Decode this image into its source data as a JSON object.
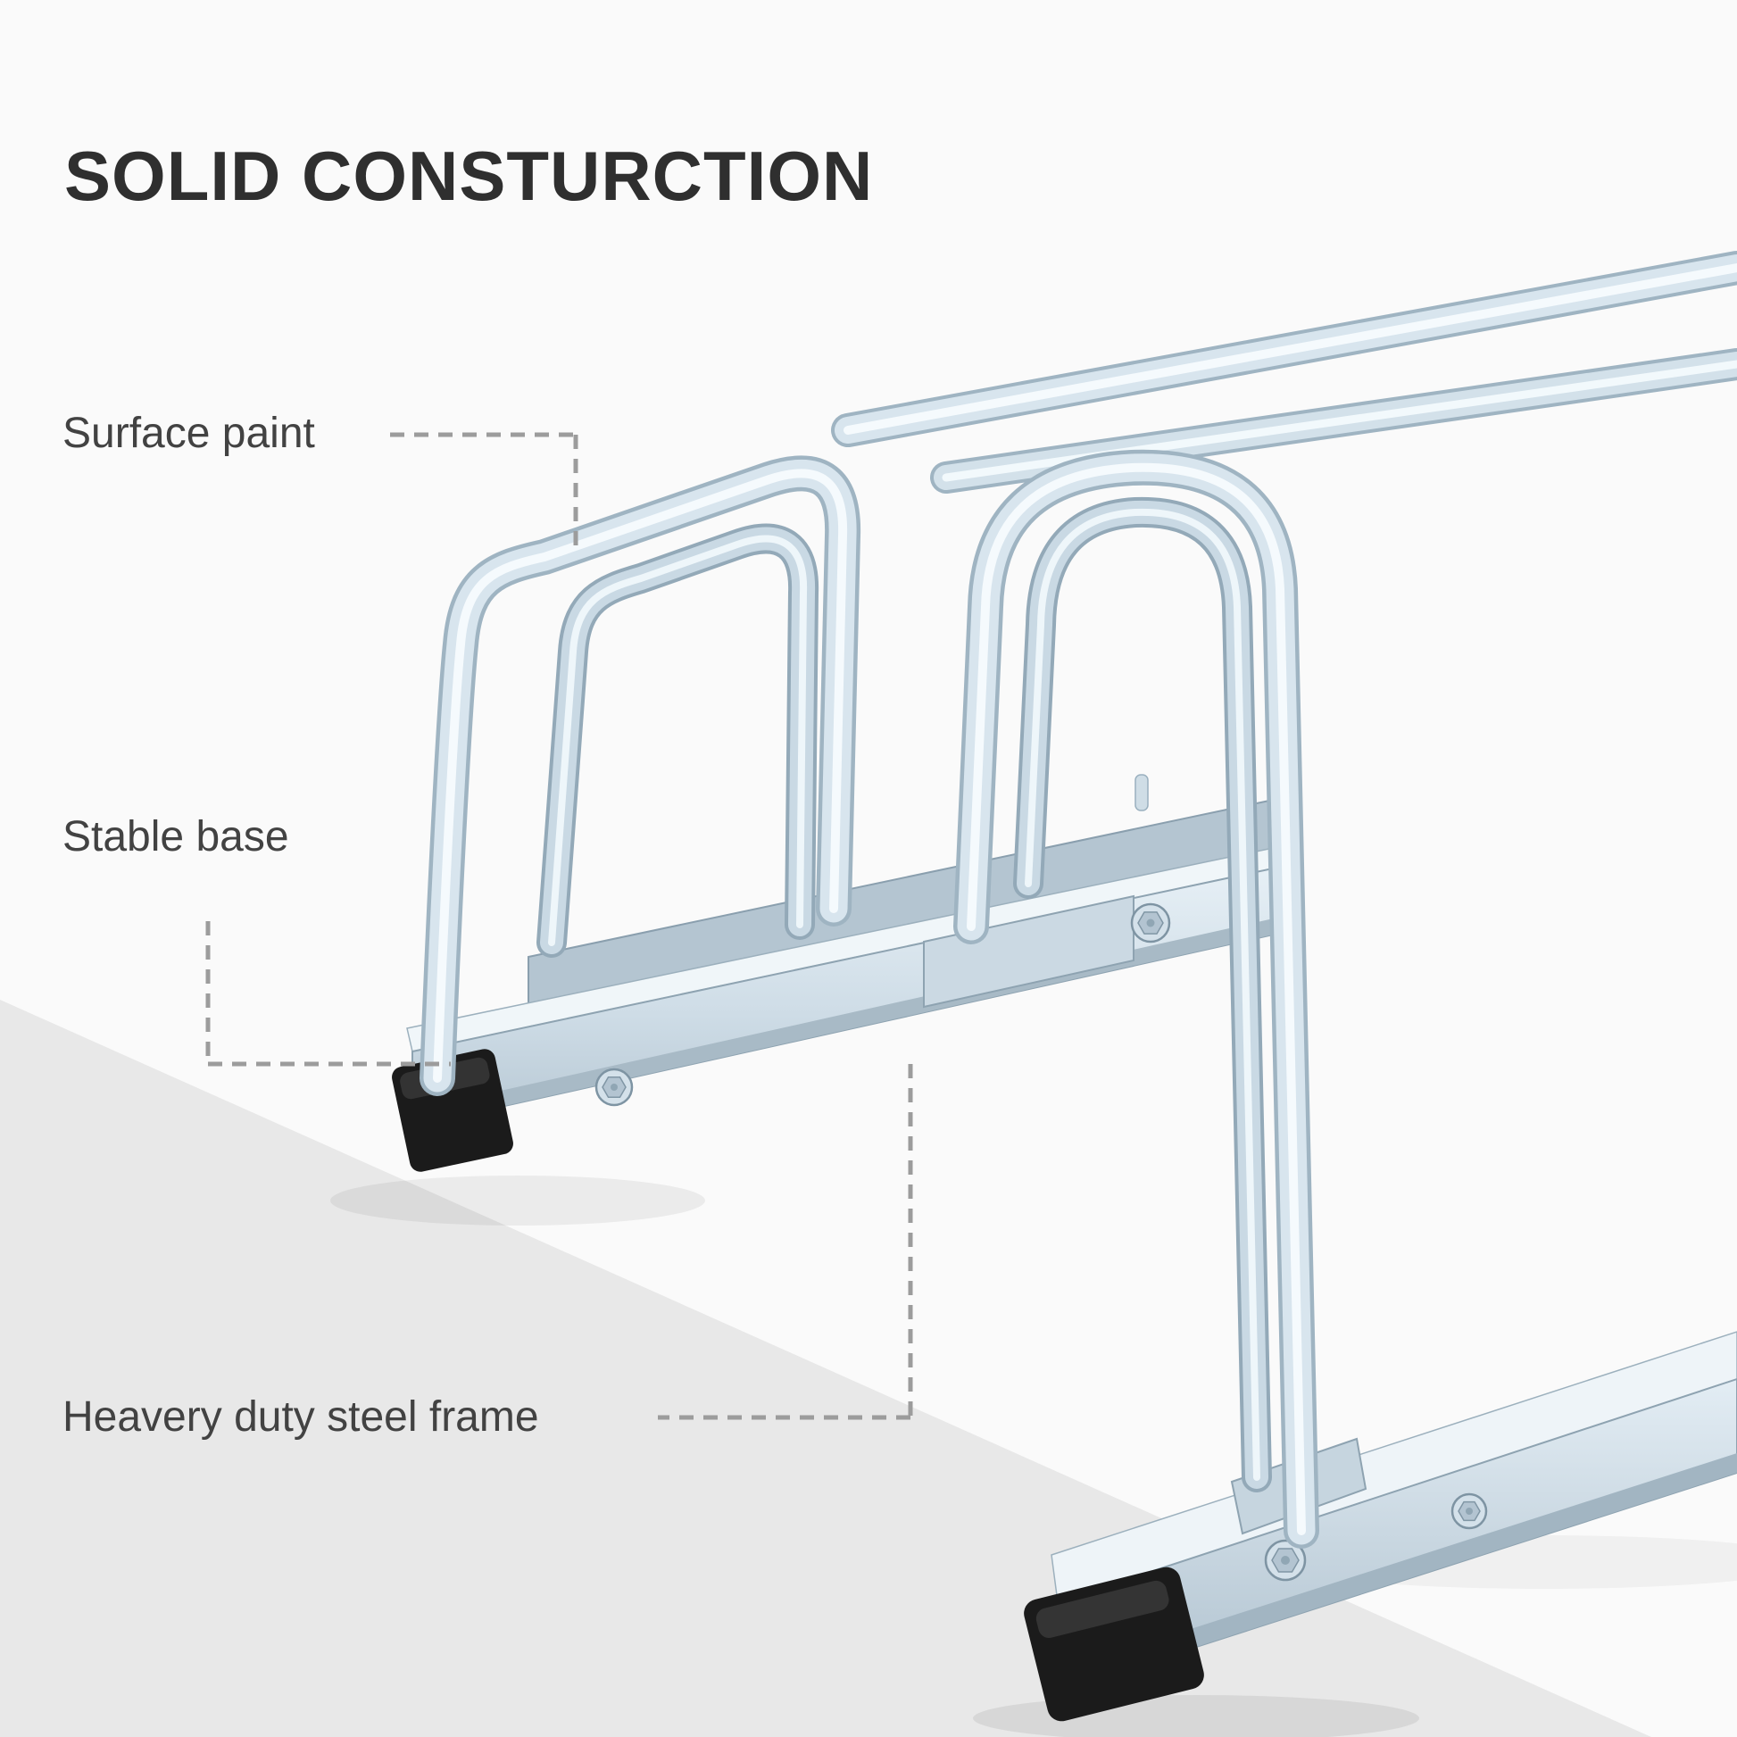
{
  "page": {
    "title": "SOLID CONSTURCTION"
  },
  "annotations": [
    {
      "id": "surface-paint",
      "label": "Surface paint"
    },
    {
      "id": "stable-base",
      "label": "Stable base"
    },
    {
      "id": "steel-frame",
      "label": "Heavery duty steel frame"
    }
  ],
  "illustration": {
    "name": "galvanized-steel-bike-parking-rack",
    "parts": [
      "hoop-left",
      "hoop-right",
      "long-rails",
      "ground-rail-rear",
      "ground-rail-front",
      "rubber-end-caps",
      "hex-bolts"
    ]
  },
  "colors": {
    "background": "#fafafa",
    "floor": "#e8e8e8",
    "title_text": "#2f2f2f",
    "label_text": "#424242",
    "leader_line": "#9c9c9c",
    "steel_body": "#d8e5ee",
    "steel_edge": "#9fb4c2",
    "steel_highlight": "#f5fafd",
    "rubber_cap": "#1b1b1b"
  }
}
